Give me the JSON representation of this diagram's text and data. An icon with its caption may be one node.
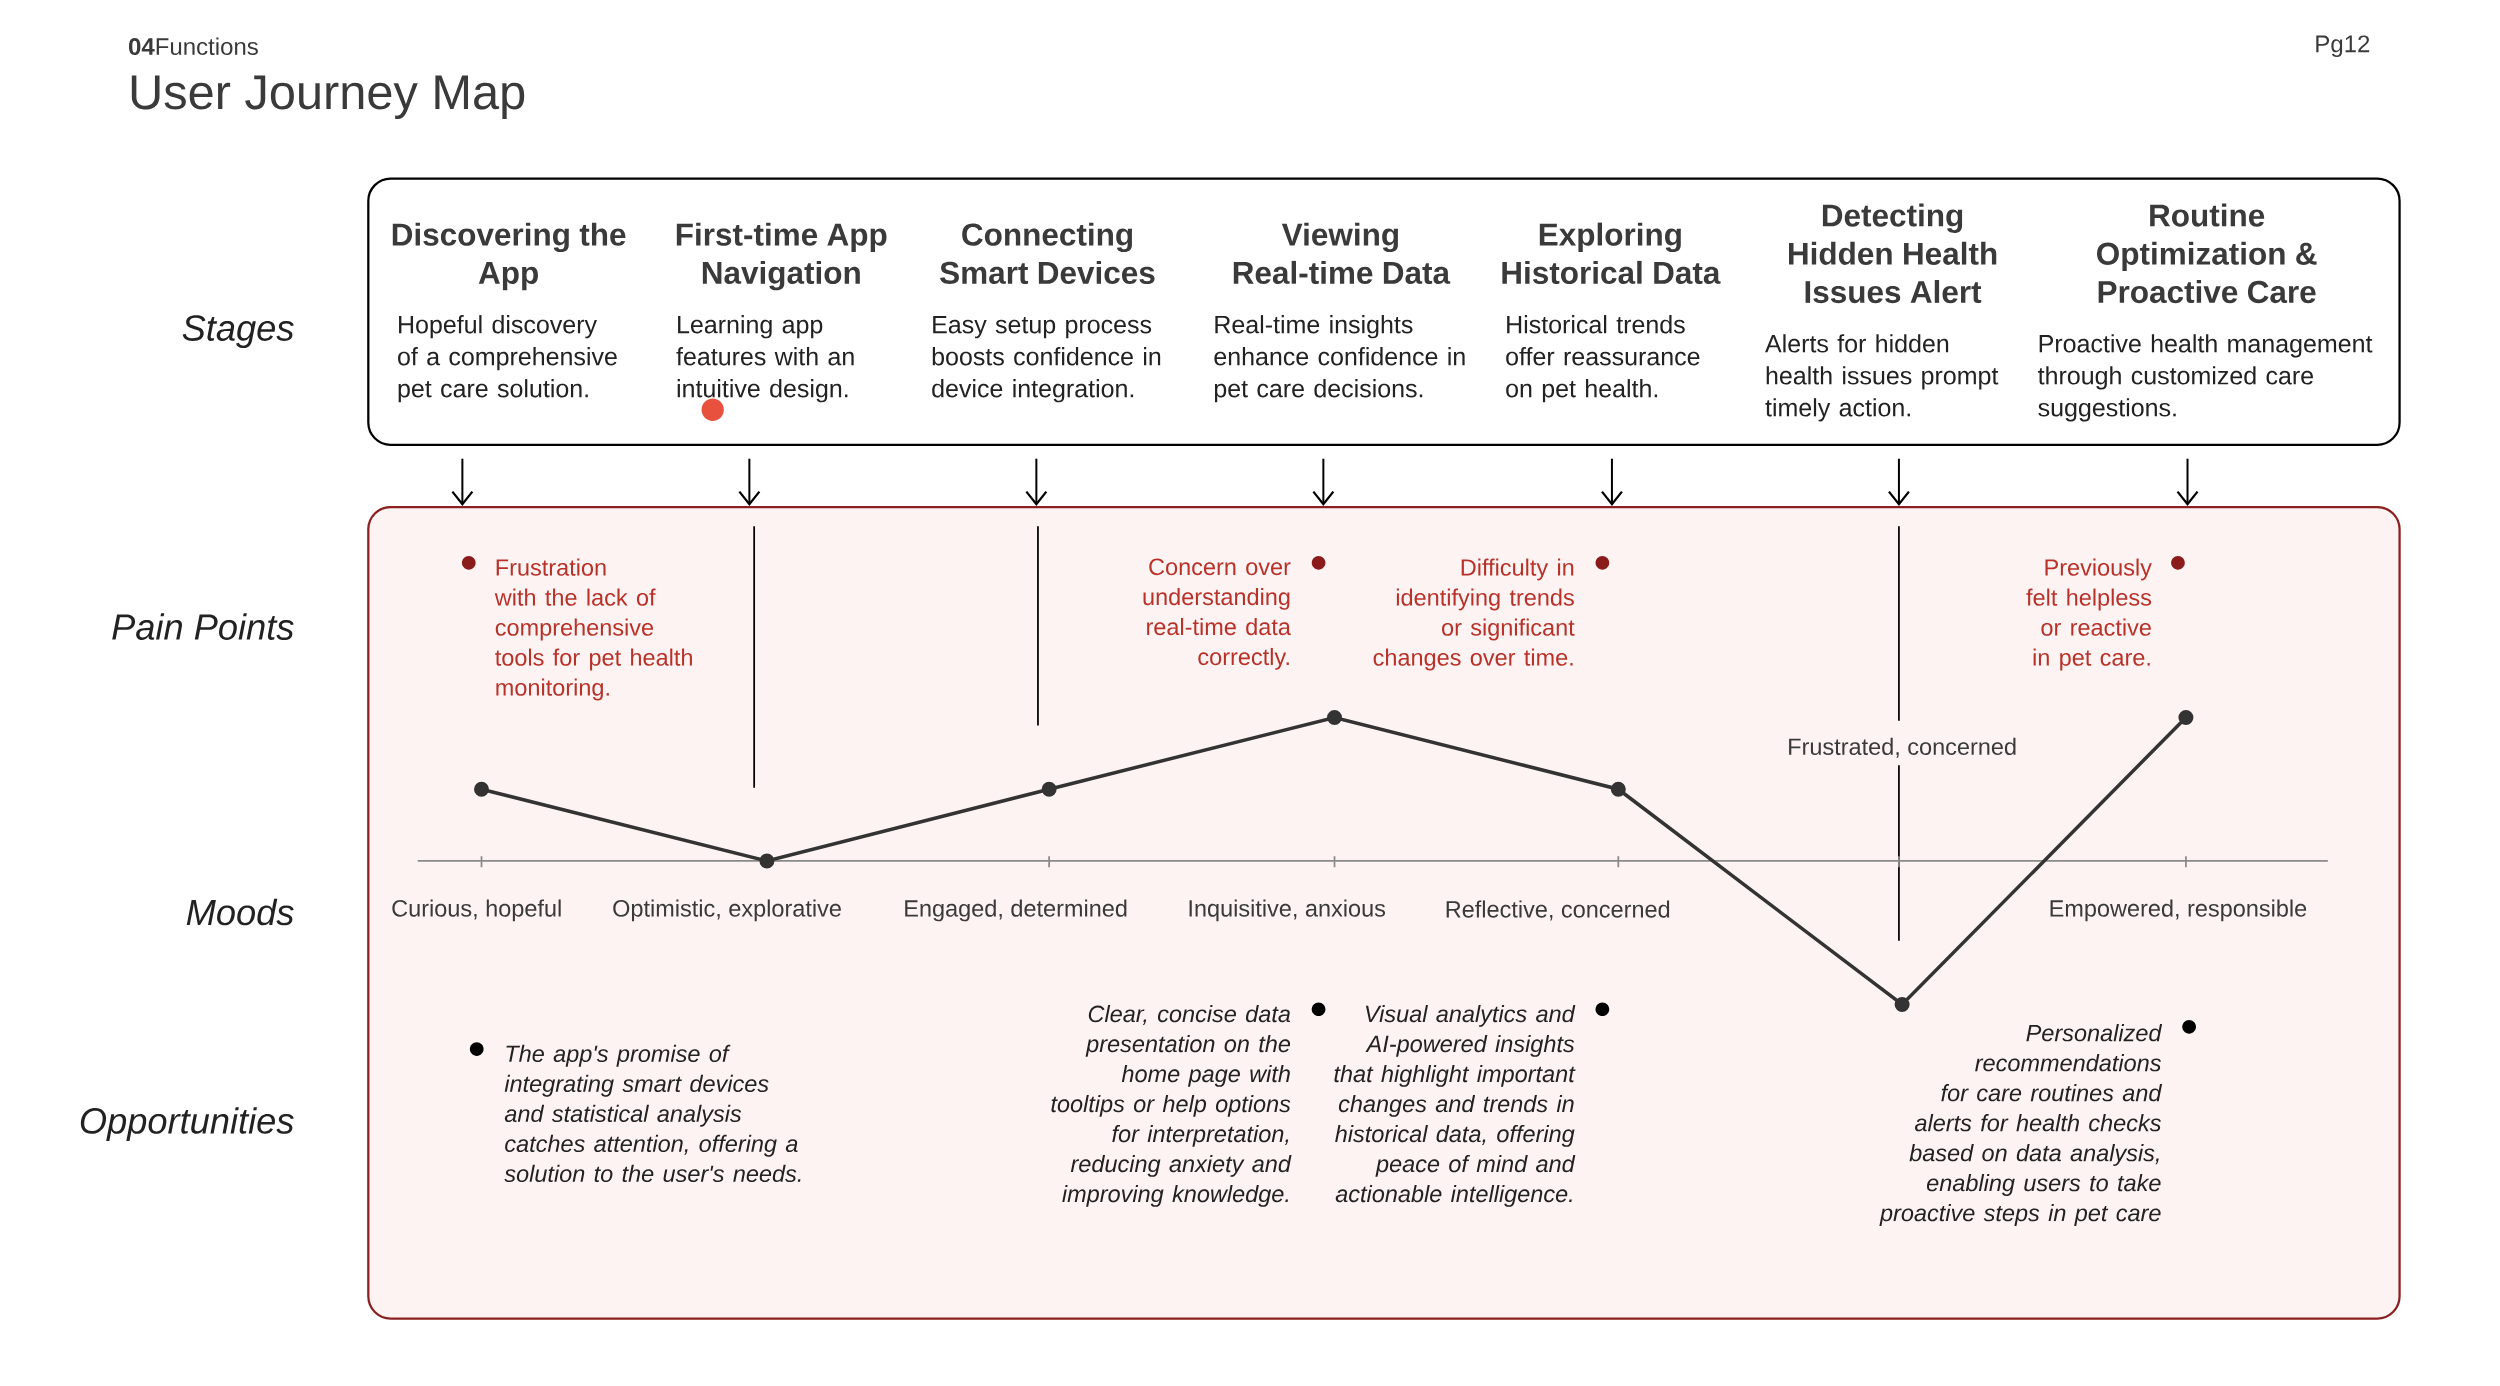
{
  "diagram": {
    "title": "User Journey Map",
    "nodes": [
      {
        "text": [],
        "shape": "box"
      },
      {
        "text": [
          "Discovering the App",
          "Hopeful discovery of a comprehensive pet care solution."
        ],
        "in": 0
      },
      {
        "text": [
          "First-time App Navigation",
          "Learning app features with an intuitive design."
        ],
        "in": 0
      },
      {
        "text": [
          "Connecting Smart Devices",
          "Easy setup process boosts confidence in device integration."
        ],
        "in": 0
      },
      {
        "text": [
          "Viewing Real-time Data",
          "Real-time insights enhance confidence in pet care decisions."
        ],
        "in": 0
      },
      {
        "text": [
          "Exploring Historical Data",
          "Historical trends offer reassurance on pet health."
        ],
        "in": 0
      },
      {
        "text": [
          "Detecting Hidden Health Issues Alert",
          "Alerts for hidden health issues prompt timely action."
        ],
        "in": 0
      },
      {
        "text": [
          "Routine Optimization & Proactive Care",
          "Proactive health management through customized care suggestions."
        ],
        "in": 0
      },
      {
        "text": [],
        "shape": "box"
      }
    ],
    "edges": [
      {
        "from": 1,
        "to": 8,
        "arrow": "to"
      },
      {
        "from": 2,
        "to": 8,
        "arrow": "to"
      },
      {
        "from": 3,
        "to": 8,
        "arrow": "to"
      },
      {
        "from": 4,
        "to": 8,
        "arrow": "to"
      },
      {
        "from": 5,
        "to": 8,
        "arrow": "to"
      },
      {
        "from": 6,
        "to": 8,
        "arrow": "to"
      },
      {
        "from": 7,
        "to": 8,
        "arrow": "to"
      }
    ],
    "labels": [
      "**04**Functions",
      "Pg12",
      "Stages",
      "Pain Points",
      "Frustration with the lack of comprehensive tools for pet health monitoring.",
      "Concern over understanding real-time data correctly.",
      "Difficulty in identifying trends or significant changes over time.",
      "Previously felt helpless or reactive in pet care.",
      "Frustrated, concerned",
      "Moods",
      "Curious, hopeful",
      "Optimistic, explorative",
      "Engaged, determined",
      "Inquisitive, anxious",
      "Reflective, concerned",
      "Empowered, responsible",
      "Opportunities",
      "The app's promise of integrating smart devices and statistical analysis catches attention, offering a solution to the user's needs.",
      "Clear, concise data presentation on the home page with tooltips or help options for interpretation, reducing anxiety and improving knowledge.",
      "Visual analytics and AI-powered insights that highlight important changes and trends in historical data, offering peace of mind and actionable intelligence.",
      "Personalized recommendations for care routines and alerts for health checks based on data analysis, enabling users to take proactive steps in pet care"
    ]
  }
}
